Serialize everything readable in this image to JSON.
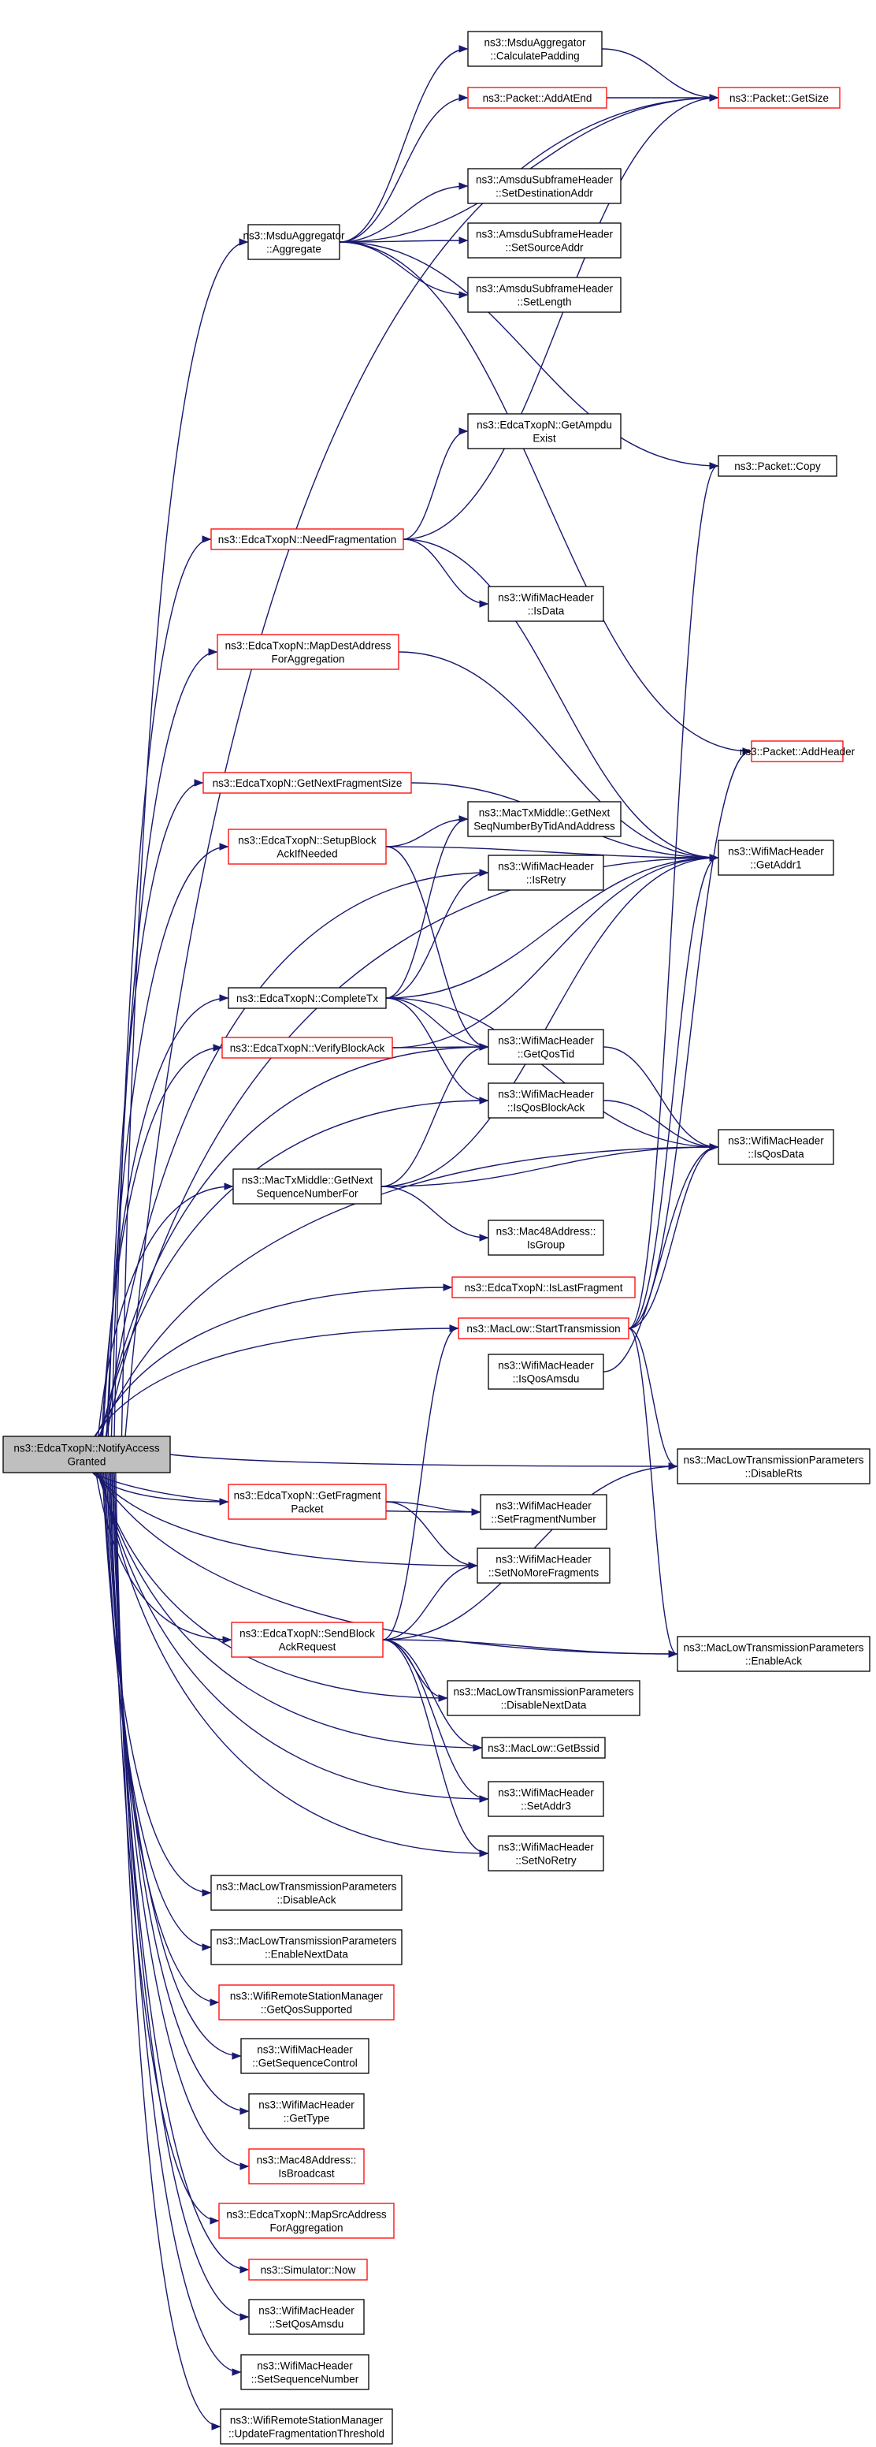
{
  "root": "NotifyAccessGranted",
  "nodes": [
    {
      "id": "NotifyAccessGranted",
      "lines": [
        "ns3::EdcaTxopN::NotifyAccess",
        "Granted"
      ],
      "style": "root"
    },
    {
      "id": "Aggregate",
      "lines": [
        "ns3::MsduAggregator",
        "::Aggregate"
      ],
      "style": "black"
    },
    {
      "id": "CalculatePadding",
      "lines": [
        "ns3::MsduAggregator",
        "::CalculatePadding"
      ],
      "style": "black"
    },
    {
      "id": "AddAtEnd",
      "lines": [
        "ns3::Packet::AddAtEnd"
      ],
      "style": "red"
    },
    {
      "id": "GetSize",
      "lines": [
        "ns3::Packet::GetSize"
      ],
      "style": "red"
    },
    {
      "id": "SetDestinationAddr",
      "lines": [
        "ns3::AmsduSubframeHeader",
        "::SetDestinationAddr"
      ],
      "style": "black"
    },
    {
      "id": "SetSourceAddr",
      "lines": [
        "ns3::AmsduSubframeHeader",
        "::SetSourceAddr"
      ],
      "style": "black"
    },
    {
      "id": "SetLength",
      "lines": [
        "ns3::AmsduSubframeHeader",
        "::SetLength"
      ],
      "style": "black"
    },
    {
      "id": "GetAmpduExist",
      "lines": [
        "ns3::EdcaTxopN::GetAmpdu",
        "Exist"
      ],
      "style": "black"
    },
    {
      "id": "Copy",
      "lines": [
        "ns3::Packet::Copy"
      ],
      "style": "black"
    },
    {
      "id": "NeedFragmentation",
      "lines": [
        "ns3::EdcaTxopN::NeedFragmentation"
      ],
      "style": "red"
    },
    {
      "id": "IsData",
      "lines": [
        "ns3::WifiMacHeader",
        "::IsData"
      ],
      "style": "black"
    },
    {
      "id": "MapDestAddressForAggregation",
      "lines": [
        "ns3::EdcaTxopN::MapDestAddress",
        "ForAggregation"
      ],
      "style": "red"
    },
    {
      "id": "AddHeader",
      "lines": [
        "ns3::Packet::AddHeader"
      ],
      "style": "red"
    },
    {
      "id": "GetNextFragmentSize",
      "lines": [
        "ns3::EdcaTxopN::GetNextFragmentSize"
      ],
      "style": "red"
    },
    {
      "id": "SetupBlockAckIfNeeded",
      "lines": [
        "ns3::EdcaTxopN::SetupBlock",
        "AckIfNeeded"
      ],
      "style": "red"
    },
    {
      "id": "GetNextSeqNumberByTidAndAddress",
      "lines": [
        "ns3::MacTxMiddle::GetNext",
        "SeqNumberByTidAndAddress"
      ],
      "style": "black"
    },
    {
      "id": "GetAddr1",
      "lines": [
        "ns3::WifiMacHeader",
        "::GetAddr1"
      ],
      "style": "black"
    },
    {
      "id": "IsRetry",
      "lines": [
        "ns3::WifiMacHeader",
        "::IsRetry"
      ],
      "style": "black"
    },
    {
      "id": "CompleteTx",
      "lines": [
        "ns3::EdcaTxopN::CompleteTx"
      ],
      "style": "black"
    },
    {
      "id": "VerifyBlockAck",
      "lines": [
        "ns3::EdcaTxopN::VerifyBlockAck"
      ],
      "style": "red"
    },
    {
      "id": "GetQosTid",
      "lines": [
        "ns3::WifiMacHeader",
        "::GetQosTid"
      ],
      "style": "black"
    },
    {
      "id": "IsQosBlockAck",
      "lines": [
        "ns3::WifiMacHeader",
        "::IsQosBlockAck"
      ],
      "style": "black"
    },
    {
      "id": "IsQosData",
      "lines": [
        "ns3::WifiMacHeader",
        "::IsQosData"
      ],
      "style": "black"
    },
    {
      "id": "GetNextSequenceNumberFor",
      "lines": [
        "ns3::MacTxMiddle::GetNext",
        "SequenceNumberFor"
      ],
      "style": "black"
    },
    {
      "id": "IsGroup",
      "lines": [
        "ns3::Mac48Address::",
        "IsGroup"
      ],
      "style": "black"
    },
    {
      "id": "IsLastFragment",
      "lines": [
        "ns3::EdcaTxopN::IsLastFragment"
      ],
      "style": "red"
    },
    {
      "id": "StartTransmission",
      "lines": [
        "ns3::MacLow::StartTransmission"
      ],
      "style": "red"
    },
    {
      "id": "IsQosAmsdu",
      "lines": [
        "ns3::WifiMacHeader",
        "::IsQosAmsdu"
      ],
      "style": "black"
    },
    {
      "id": "DisableRts",
      "lines": [
        "ns3::MacLowTransmissionParameters",
        "::DisableRts"
      ],
      "style": "black"
    },
    {
      "id": "GetFragmentPacket",
      "lines": [
        "ns3::EdcaTxopN::GetFragment",
        "Packet"
      ],
      "style": "red"
    },
    {
      "id": "SetFragmentNumber",
      "lines": [
        "ns3::WifiMacHeader",
        "::SetFragmentNumber"
      ],
      "style": "black"
    },
    {
      "id": "SetNoMoreFragments",
      "lines": [
        "ns3::WifiMacHeader",
        "::SetNoMoreFragments"
      ],
      "style": "black"
    },
    {
      "id": "SendBlockAckRequest",
      "lines": [
        "ns3::EdcaTxopN::SendBlock",
        "AckRequest"
      ],
      "style": "red"
    },
    {
      "id": "EnableAck",
      "lines": [
        "ns3::MacLowTransmissionParameters",
        "::EnableAck"
      ],
      "style": "black"
    },
    {
      "id": "DisableNextData",
      "lines": [
        "ns3::MacLowTransmissionParameters",
        "::DisableNextData"
      ],
      "style": "black"
    },
    {
      "id": "GetBssid",
      "lines": [
        "ns3::MacLow::GetBssid"
      ],
      "style": "black"
    },
    {
      "id": "SetAddr3",
      "lines": [
        "ns3::WifiMacHeader",
        "::SetAddr3"
      ],
      "style": "black"
    },
    {
      "id": "SetNoRetry",
      "lines": [
        "ns3::WifiMacHeader",
        "::SetNoRetry"
      ],
      "style": "black"
    },
    {
      "id": "DisableAck",
      "lines": [
        "ns3::MacLowTransmissionParameters",
        "::DisableAck"
      ],
      "style": "black"
    },
    {
      "id": "EnableNextData",
      "lines": [
        "ns3::MacLowTransmissionParameters",
        "::EnableNextData"
      ],
      "style": "black"
    },
    {
      "id": "GetQosSupported",
      "lines": [
        "ns3::WifiRemoteStationManager",
        "::GetQosSupported"
      ],
      "style": "red"
    },
    {
      "id": "GetSequenceControl",
      "lines": [
        "ns3::WifiMacHeader",
        "::GetSequenceControl"
      ],
      "style": "black"
    },
    {
      "id": "GetType",
      "lines": [
        "ns3::WifiMacHeader",
        "::GetType"
      ],
      "style": "black"
    },
    {
      "id": "IsBroadcast",
      "lines": [
        "ns3::Mac48Address::",
        "IsBroadcast"
      ],
      "style": "red"
    },
    {
      "id": "MapSrcAddressForAggregation",
      "lines": [
        "ns3::EdcaTxopN::MapSrcAddress",
        "ForAggregation"
      ],
      "style": "red"
    },
    {
      "id": "Now",
      "lines": [
        "ns3::Simulator::Now"
      ],
      "style": "red"
    },
    {
      "id": "SetQosAmsdu",
      "lines": [
        "ns3::WifiMacHeader",
        "::SetQosAmsdu"
      ],
      "style": "black"
    },
    {
      "id": "SetSequenceNumber",
      "lines": [
        "ns3::WifiMacHeader",
        "::SetSequenceNumber"
      ],
      "style": "black"
    },
    {
      "id": "UpdateFragmentationThreshold",
      "lines": [
        "ns3::WifiRemoteStationManager",
        "::UpdateFragmentationThreshold"
      ],
      "style": "black"
    }
  ],
  "edges": [
    [
      "NotifyAccessGranted",
      "Aggregate"
    ],
    [
      "NotifyAccessGranted",
      "GetSize"
    ],
    [
      "NotifyAccessGranted",
      "NeedFragmentation"
    ],
    [
      "NotifyAccessGranted",
      "MapDestAddressForAggregation"
    ],
    [
      "NotifyAccessGranted",
      "GetNextFragmentSize"
    ],
    [
      "NotifyAccessGranted",
      "SetupBlockAckIfNeeded"
    ],
    [
      "NotifyAccessGranted",
      "CompleteTx"
    ],
    [
      "NotifyAccessGranted",
      "VerifyBlockAck"
    ],
    [
      "NotifyAccessGranted",
      "GetNextSequenceNumberFor"
    ],
    [
      "NotifyAccessGranted",
      "IsLastFragment"
    ],
    [
      "NotifyAccessGranted",
      "StartTransmission"
    ],
    [
      "NotifyAccessGranted",
      "IsQosData"
    ],
    [
      "NotifyAccessGranted",
      "DisableRts"
    ],
    [
      "NotifyAccessGranted",
      "GetFragmentPacket"
    ],
    [
      "NotifyAccessGranted",
      "SetFragmentNumber"
    ],
    [
      "NotifyAccessGranted",
      "SetNoMoreFragments"
    ],
    [
      "NotifyAccessGranted",
      "SendBlockAckRequest"
    ],
    [
      "NotifyAccessGranted",
      "EnableAck"
    ],
    [
      "NotifyAccessGranted",
      "DisableNextData"
    ],
    [
      "NotifyAccessGranted",
      "GetBssid"
    ],
    [
      "NotifyAccessGranted",
      "SetAddr3"
    ],
    [
      "NotifyAccessGranted",
      "SetNoRetry"
    ],
    [
      "NotifyAccessGranted",
      "GetQosTid"
    ],
    [
      "NotifyAccessGranted",
      "IsQosBlockAck"
    ],
    [
      "NotifyAccessGranted",
      "IsRetry"
    ],
    [
      "NotifyAccessGranted",
      "GetAddr1"
    ],
    [
      "NotifyAccessGranted",
      "DisableAck"
    ],
    [
      "NotifyAccessGranted",
      "EnableNextData"
    ],
    [
      "NotifyAccessGranted",
      "GetQosSupported"
    ],
    [
      "NotifyAccessGranted",
      "GetSequenceControl"
    ],
    [
      "NotifyAccessGranted",
      "GetType"
    ],
    [
      "NotifyAccessGranted",
      "IsBroadcast"
    ],
    [
      "NotifyAccessGranted",
      "MapSrcAddressForAggregation"
    ],
    [
      "NotifyAccessGranted",
      "Now"
    ],
    [
      "NotifyAccessGranted",
      "SetQosAmsdu"
    ],
    [
      "NotifyAccessGranted",
      "SetSequenceNumber"
    ],
    [
      "NotifyAccessGranted",
      "UpdateFragmentationThreshold"
    ],
    [
      "Aggregate",
      "CalculatePadding"
    ],
    [
      "Aggregate",
      "AddAtEnd"
    ],
    [
      "Aggregate",
      "GetSize"
    ],
    [
      "Aggregate",
      "SetDestinationAddr"
    ],
    [
      "Aggregate",
      "SetSourceAddr"
    ],
    [
      "Aggregate",
      "SetLength"
    ],
    [
      "Aggregate",
      "Copy"
    ],
    [
      "Aggregate",
      "AddHeader"
    ],
    [
      "CalculatePadding",
      "GetSize"
    ],
    [
      "AddAtEnd",
      "GetSize"
    ],
    [
      "NeedFragmentation",
      "GetAmpduExist"
    ],
    [
      "NeedFragmentation",
      "GetSize"
    ],
    [
      "NeedFragmentation",
      "IsData"
    ],
    [
      "NeedFragmentation",
      "GetAddr1"
    ],
    [
      "MapDestAddressForAggregation",
      "GetAddr1"
    ],
    [
      "GetNextFragmentSize",
      "GetAddr1"
    ],
    [
      "SetupBlockAckIfNeeded",
      "GetNextSeqNumberByTidAndAddress"
    ],
    [
      "SetupBlockAckIfNeeded",
      "GetAddr1"
    ],
    [
      "SetupBlockAckIfNeeded",
      "GetQosTid"
    ],
    [
      "CompleteTx",
      "GetNextSeqNumberByTidAndAddress"
    ],
    [
      "CompleteTx",
      "IsRetry"
    ],
    [
      "CompleteTx",
      "GetAddr1"
    ],
    [
      "CompleteTx",
      "GetQosTid"
    ],
    [
      "CompleteTx",
      "IsQosBlockAck"
    ],
    [
      "CompleteTx",
      "IsQosData"
    ],
    [
      "VerifyBlockAck",
      "GetAddr1"
    ],
    [
      "VerifyBlockAck",
      "GetQosTid"
    ],
    [
      "GetQosTid",
      "IsQosData"
    ],
    [
      "IsQosBlockAck",
      "IsQosData"
    ],
    [
      "GetNextSequenceNumberFor",
      "GetQosTid"
    ],
    [
      "GetNextSequenceNumberFor",
      "GetAddr1"
    ],
    [
      "GetNextSequenceNumberFor",
      "IsQosData"
    ],
    [
      "GetNextSequenceNumberFor",
      "IsGroup"
    ],
    [
      "StartTransmission",
      "Copy"
    ],
    [
      "StartTransmission",
      "AddHeader"
    ],
    [
      "StartTransmission",
      "GetAddr1"
    ],
    [
      "StartTransmission",
      "IsQosData"
    ],
    [
      "StartTransmission",
      "DisableRts"
    ],
    [
      "StartTransmission",
      "EnableAck"
    ],
    [
      "IsQosAmsdu",
      "IsQosData"
    ],
    [
      "GetFragmentPacket",
      "SetFragmentNumber"
    ],
    [
      "GetFragmentPacket",
      "SetNoMoreFragments"
    ],
    [
      "SendBlockAckRequest",
      "SetNoMoreFragments"
    ],
    [
      "SendBlockAckRequest",
      "StartTransmission"
    ],
    [
      "SendBlockAckRequest",
      "DisableRts"
    ],
    [
      "SendBlockAckRequest",
      "EnableAck"
    ],
    [
      "SendBlockAckRequest",
      "DisableNextData"
    ],
    [
      "SendBlockAckRequest",
      "GetBssid"
    ],
    [
      "SendBlockAckRequest",
      "SetAddr3"
    ],
    [
      "SendBlockAckRequest",
      "SetNoRetry"
    ]
  ]
}
